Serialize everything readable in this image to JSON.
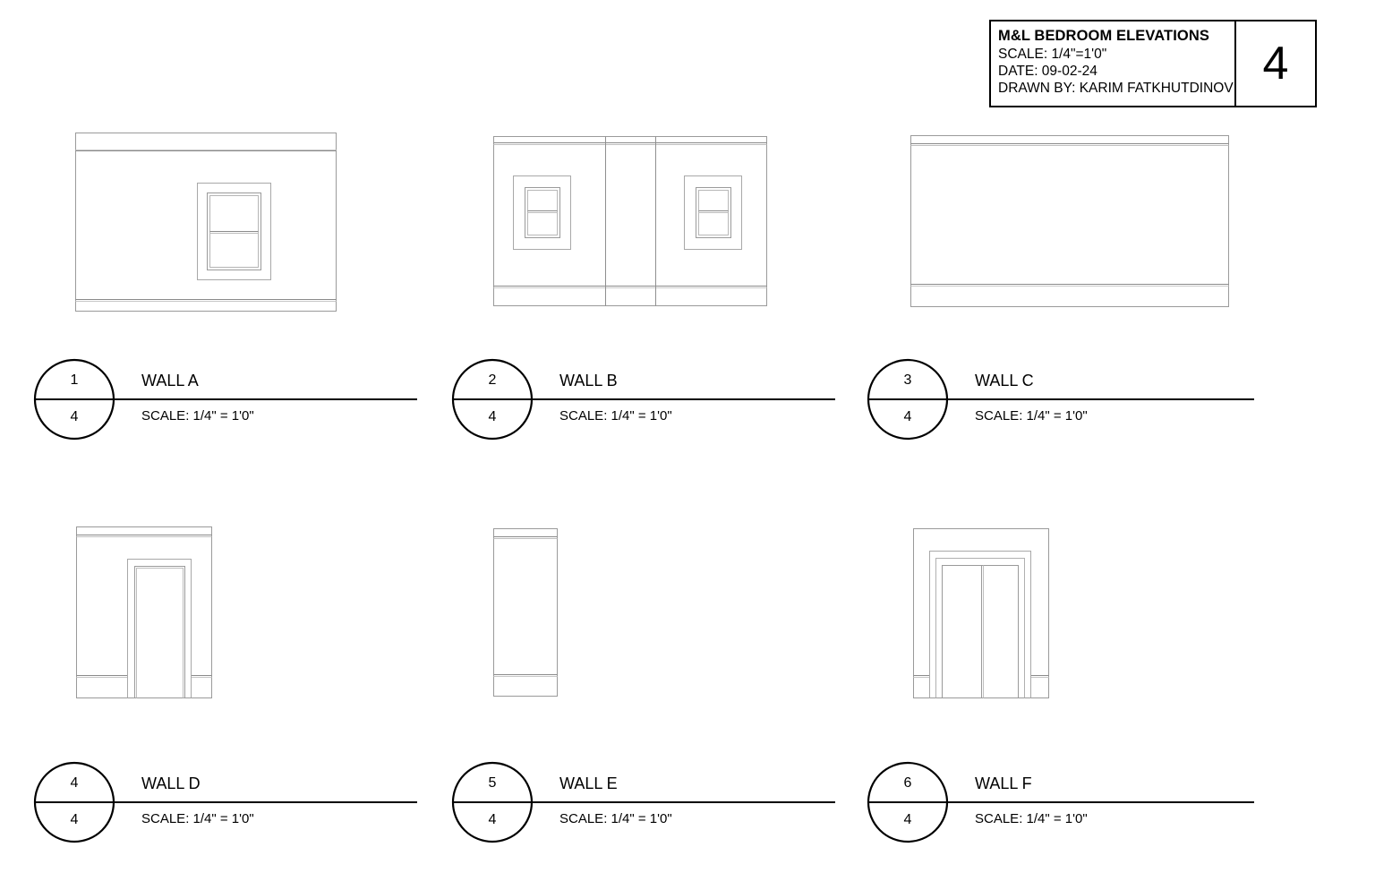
{
  "sheet": {
    "title": "M&L BEDROOM ELEVATIONS",
    "scale_line": "SCALE: 1/4\"=1'0\"",
    "date_line": "DATE: 09-02-24",
    "drawn_by_line": "DRAWN BY: KARIM FATKHUTDINOV",
    "sheet_number": "4",
    "line_color": "#8a8a8a",
    "ink_color": "#000000",
    "paper_color": "#ffffff"
  },
  "details": [
    {
      "detail_number": "1",
      "sheet_number": "4",
      "label": "WALL A",
      "scale": "SCALE: 1/4\" = 1'0\"",
      "elevation_type": "wall-with-single-window"
    },
    {
      "detail_number": "2",
      "sheet_number": "4",
      "label": "WALL B",
      "scale": "SCALE: 1/4\" = 1'0\"",
      "elevation_type": "wall-with-two-windows"
    },
    {
      "detail_number": "3",
      "sheet_number": "4",
      "label": "WALL C",
      "scale": "SCALE: 1/4\" = 1'0\"",
      "elevation_type": "blank-wall-wide"
    },
    {
      "detail_number": "4",
      "sheet_number": "4",
      "label": "WALL D",
      "scale": "SCALE: 1/4\" = 1'0\"",
      "elevation_type": "wall-with-single-door"
    },
    {
      "detail_number": "5",
      "sheet_number": "4",
      "label": "WALL E",
      "scale": "SCALE: 1/4\" = 1'0\"",
      "elevation_type": "blank-wall-narrow"
    },
    {
      "detail_number": "6",
      "sheet_number": "4",
      "label": "WALL F",
      "scale": "SCALE: 1/4\" = 1'0\"",
      "elevation_type": "wall-with-double-door"
    }
  ]
}
